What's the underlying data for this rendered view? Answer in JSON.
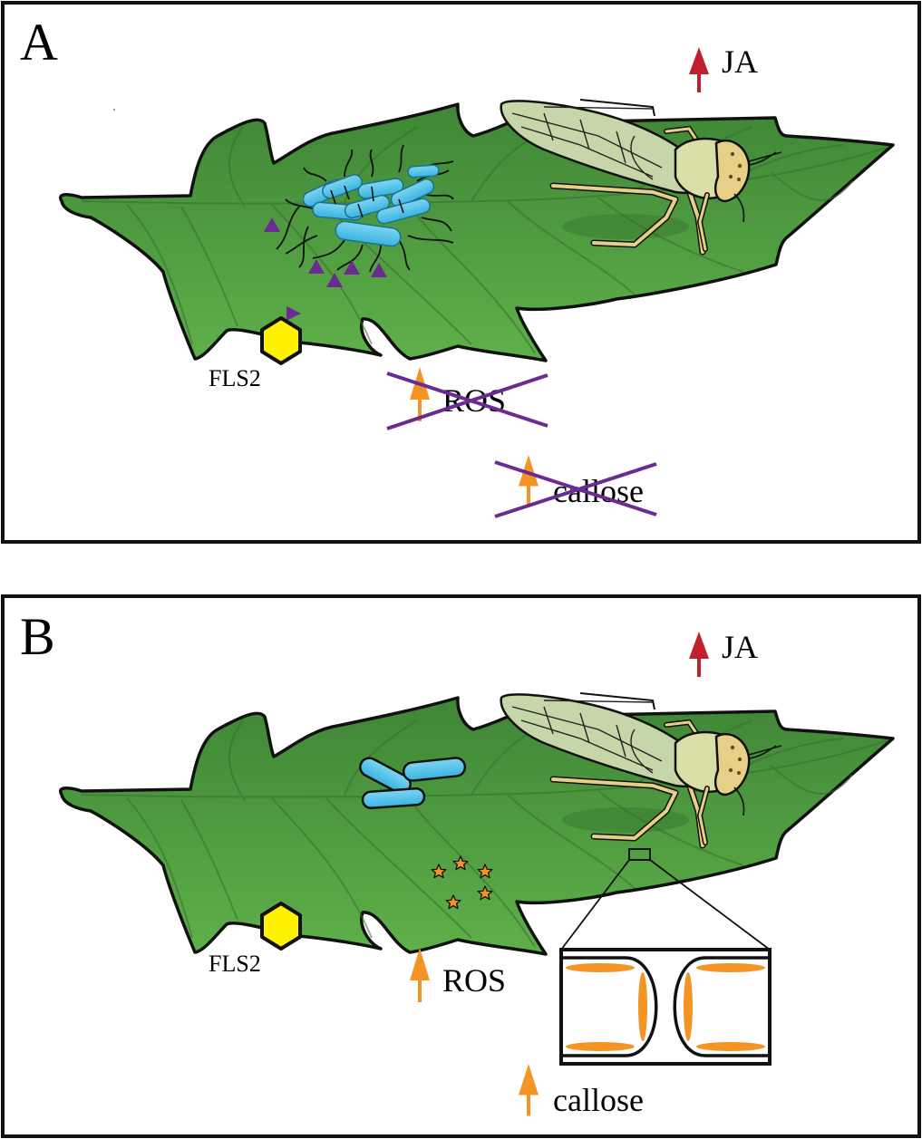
{
  "figure": {
    "panels": [
      {
        "id": "A",
        "label": "A",
        "ja_label": "JA",
        "ja_direction": "up",
        "receptor_label": "FLS2",
        "receptor_blocked": true,
        "bacteria": "dense aggregate with flagella",
        "ros_label": "ROS",
        "ros_direction": "up",
        "ros_crossed_out": true,
        "callose_label": "callose",
        "callose_direction": "up",
        "callose_crossed_out": true
      },
      {
        "id": "B",
        "label": "B",
        "ja_label": "JA",
        "ja_direction": "up",
        "receptor_label": "FLS2",
        "receptor_blocked": false,
        "bacteria": "few bacteria without flagella",
        "ros_label": "ROS",
        "ros_direction": "up",
        "ros_crossed_out": false,
        "ros_star_count": 5,
        "callose_label": "callose",
        "callose_direction": "up",
        "callose_crossed_out": false,
        "inset": "cell wall callose deposition"
      }
    ],
    "colors": {
      "ja_arrow": "#c0202e",
      "defense_arrow": "#f39424",
      "cross_out": "#6a2c91",
      "flagellin_triangle": "#6a2c91",
      "fls2": "#fff200",
      "bacteria": "#4bc3e8",
      "leaf": "#4c9a3e",
      "leaf_vein": "#3c7a34",
      "ros_star": "#f39424",
      "callose": "#f39424",
      "insect_wing": "#c7d6a8",
      "insect_body": "#e6cf86"
    }
  }
}
